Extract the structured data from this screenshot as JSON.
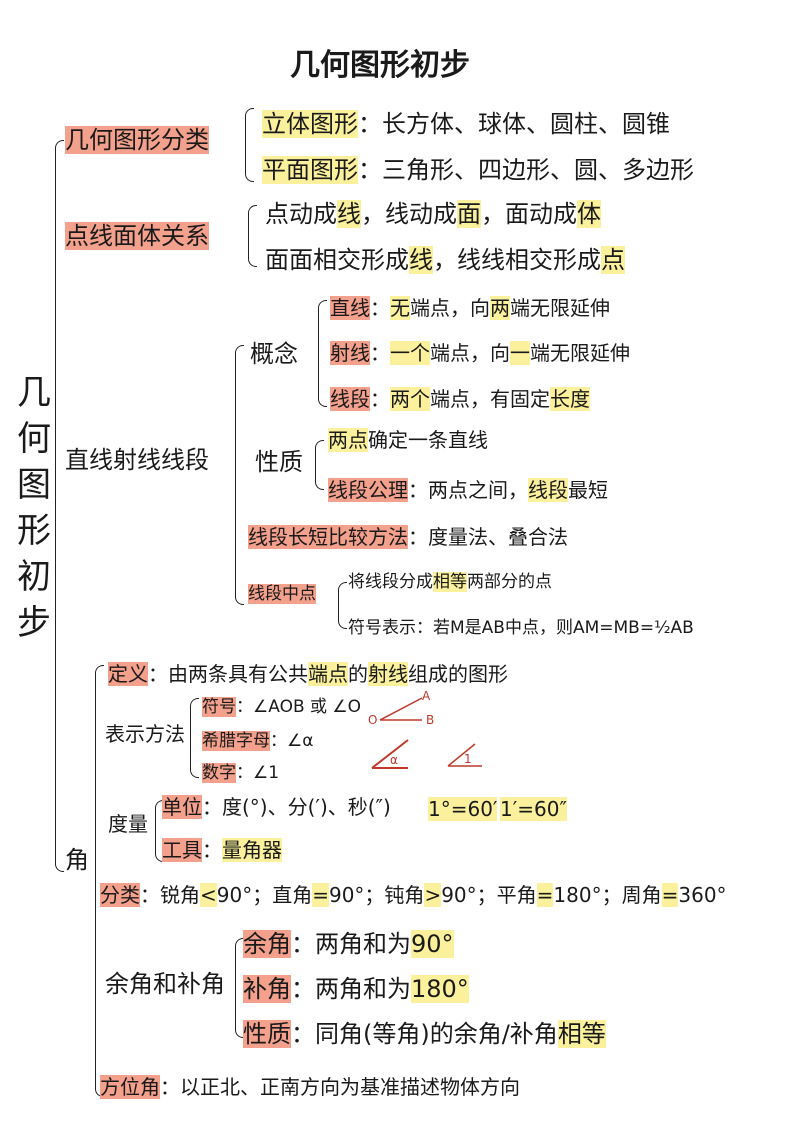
{
  "title": "几何图形初步",
  "side_title": "几何图形初步",
  "colors": {
    "highlight_key": "#f3a08c",
    "highlight_emphasis": "#fbf19c",
    "diagram_red": "#c0392b"
  },
  "sections": {
    "classify": {
      "label": [
        {
          "t": "几何图形分类",
          "h": "r"
        }
      ],
      "l1": [
        {
          "t": "立体图形",
          "h": "y"
        },
        {
          "t": "：长方体、球体、圆柱、圆锥",
          "h": ""
        }
      ],
      "l2": [
        {
          "t": "平面图形",
          "h": "y"
        },
        {
          "t": "：三角形、四边形、圆、多边形",
          "h": ""
        }
      ]
    },
    "relation": {
      "label": [
        {
          "t": "点线面体关系",
          "h": "r"
        }
      ],
      "l1": [
        {
          "t": "点动成",
          "h": ""
        },
        {
          "t": "线",
          "h": "y"
        },
        {
          "t": "，线动成",
          "h": ""
        },
        {
          "t": "面",
          "h": "y"
        },
        {
          "t": "，面动成",
          "h": ""
        },
        {
          "t": "体",
          "h": "y"
        }
      ],
      "l2": [
        {
          "t": "面面相交形成",
          "h": ""
        },
        {
          "t": "线",
          "h": "y"
        },
        {
          "t": "，线线相交形成",
          "h": ""
        },
        {
          "t": "点",
          "h": "y"
        }
      ]
    },
    "line": {
      "label": [
        {
          "t": "直线射线线段",
          "h": ""
        }
      ],
      "concept": [
        {
          "t": "概念",
          "h": ""
        }
      ],
      "c1": [
        {
          "t": "直线",
          "h": "r"
        },
        {
          "t": "：",
          "h": ""
        },
        {
          "t": "无",
          "h": "y"
        },
        {
          "t": "端点，向",
          "h": ""
        },
        {
          "t": "两",
          "h": "y"
        },
        {
          "t": "端无限延伸",
          "h": ""
        }
      ],
      "c2": [
        {
          "t": "射线",
          "h": "r"
        },
        {
          "t": "：",
          "h": ""
        },
        {
          "t": "一个",
          "h": "y"
        },
        {
          "t": "端点，向",
          "h": ""
        },
        {
          "t": "一",
          "h": "y"
        },
        {
          "t": "端无限延伸",
          "h": ""
        }
      ],
      "c3": [
        {
          "t": "线段",
          "h": "r"
        },
        {
          "t": "：",
          "h": ""
        },
        {
          "t": "两个",
          "h": "y"
        },
        {
          "t": "端点，有固定",
          "h": ""
        },
        {
          "t": "长度",
          "h": "y"
        }
      ],
      "property": [
        {
          "t": "性质",
          "h": ""
        }
      ],
      "p1": [
        {
          "t": "两点",
          "h": "y"
        },
        {
          "t": "确定一条直线",
          "h": ""
        }
      ],
      "p2": [
        {
          "t": "线段公理",
          "h": "r"
        },
        {
          "t": "：两点之间，",
          "h": ""
        },
        {
          "t": "线段",
          "h": "y"
        },
        {
          "t": "最短",
          "h": ""
        }
      ],
      "compare": [
        {
          "t": "线段长短比较方法",
          "h": "r"
        },
        {
          "t": "：度量法、叠合法",
          "h": ""
        }
      ],
      "midpoint": [
        {
          "t": "线段中点",
          "h": "r"
        }
      ],
      "m1": [
        {
          "t": "将线段分成",
          "h": ""
        },
        {
          "t": "相等",
          "h": "y"
        },
        {
          "t": "两部分的点",
          "h": ""
        }
      ],
      "m2": [
        {
          "t": "符号表示：若M是AB中点，则AM=MB=½AB",
          "h": ""
        }
      ]
    },
    "angle": {
      "label": [
        {
          "t": "角",
          "h": ""
        }
      ],
      "definition": [
        {
          "t": "定义",
          "h": "r"
        },
        {
          "t": "：由两条具有公共",
          "h": ""
        },
        {
          "t": "端点",
          "h": "y"
        },
        {
          "t": "的",
          "h": ""
        },
        {
          "t": "射线",
          "h": "y"
        },
        {
          "t": "组成的图形",
          "h": ""
        }
      ],
      "notation": [
        {
          "t": "表示方法",
          "h": ""
        }
      ],
      "n1": [
        {
          "t": "符号",
          "h": "r"
        },
        {
          "t": "：∠AOB 或 ∠O",
          "h": ""
        }
      ],
      "n2": [
        {
          "t": "希腊字母",
          "h": "r"
        },
        {
          "t": "：∠α",
          "h": ""
        }
      ],
      "n3": [
        {
          "t": "数字",
          "h": "r"
        },
        {
          "t": "：∠1",
          "h": ""
        }
      ],
      "diagram": {
        "vertex": "O",
        "point_a": "A",
        "point_b": "B",
        "alpha": "α",
        "one": "1"
      },
      "measure": [
        {
          "t": "度量",
          "h": ""
        }
      ],
      "u1": [
        {
          "t": "单位",
          "h": "r"
        },
        {
          "t": "：度(°)、分(′)、秒(″)",
          "h": ""
        }
      ],
      "u_eq1": [
        {
          "t": "1°=60′",
          "h": "y"
        }
      ],
      "u_eq2": [
        {
          "t": "1′=60″",
          "h": "y"
        }
      ],
      "u2": [
        {
          "t": "工具",
          "h": "r"
        },
        {
          "t": "：",
          "h": ""
        },
        {
          "t": "量角器",
          "h": "y"
        }
      ],
      "types": [
        {
          "t": "分类",
          "h": "r"
        },
        {
          "t": "：锐角",
          "h": ""
        },
        {
          "t": "<",
          "h": "y"
        },
        {
          "t": "90°；直角",
          "h": ""
        },
        {
          "t": "=",
          "h": "y"
        },
        {
          "t": "90°；钝角",
          "h": ""
        },
        {
          "t": ">",
          "h": "y"
        },
        {
          "t": "90°；平角",
          "h": ""
        },
        {
          "t": "=",
          "h": "y"
        },
        {
          "t": "180°；周角",
          "h": ""
        },
        {
          "t": "=",
          "h": "y"
        },
        {
          "t": "360°",
          "h": ""
        }
      ],
      "comp": [
        {
          "t": "余角和补角",
          "h": ""
        }
      ],
      "k1": [
        {
          "t": "余角",
          "h": "r"
        },
        {
          "t": "：两角和为",
          "h": ""
        },
        {
          "t": "90°",
          "h": "y"
        }
      ],
      "k2": [
        {
          "t": "补角",
          "h": "r"
        },
        {
          "t": "：两角和为",
          "h": ""
        },
        {
          "t": "180°",
          "h": "y"
        }
      ],
      "k3": [
        {
          "t": "性质",
          "h": "r"
        },
        {
          "t": "：同角(等角)的余角/补角",
          "h": ""
        },
        {
          "t": "相等",
          "h": "y"
        }
      ],
      "bearing": [
        {
          "t": "方位角",
          "h": "r"
        },
        {
          "t": "：以正北、正南方向为基准描述物体方向",
          "h": ""
        }
      ]
    }
  }
}
